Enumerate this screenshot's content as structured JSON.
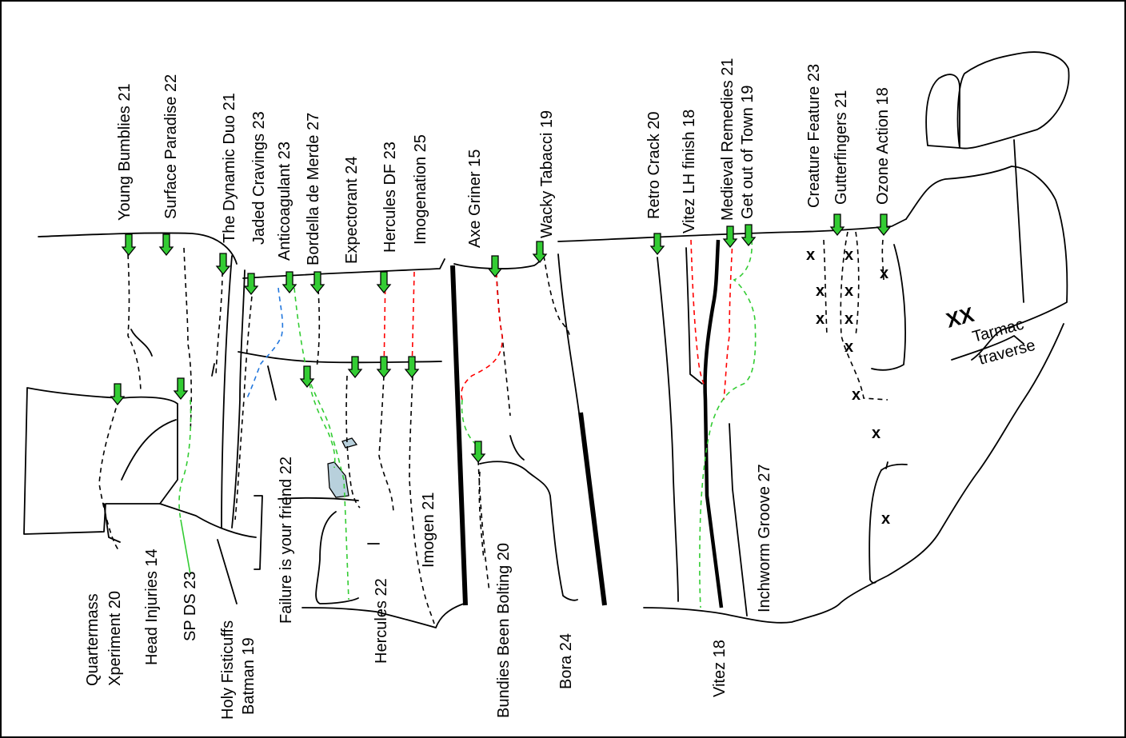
{
  "colors": {
    "arrow": "#33cc33",
    "line_red": "#ff0000",
    "line_green": "#33cc33",
    "line_blue": "#2277dd",
    "ledge_fill": "#b8d0dc"
  },
  "routes": [
    {
      "label": "Young Bumblies 21"
    },
    {
      "label": "Surface Paradise 22"
    },
    {
      "label": "The Dynamic Duo 21"
    },
    {
      "label": "Jaded Cravings 23"
    },
    {
      "label": "Anticoagulant 23"
    },
    {
      "label": "Bordella de Merde 27"
    },
    {
      "label": "Expectorant  24"
    },
    {
      "label": "Hercules DF 23"
    },
    {
      "label": "Imogenation 25"
    },
    {
      "label": "Axe Griner 15"
    },
    {
      "label": "Wacky Tabacci 19"
    },
    {
      "label": "Retro Crack 20"
    },
    {
      "label": "Vitez LH finish 18"
    },
    {
      "label": "Medieval Remedies 21"
    },
    {
      "label": "Get out of Town 19"
    },
    {
      "label": "Creature Feature 23"
    },
    {
      "label": "Gutterfingers 21"
    },
    {
      "label": "Ozone Action 18"
    },
    {
      "label": "Failure is your friend 22"
    },
    {
      "label": "Imogen 21"
    },
    {
      "label": "Inchworm Groove 27"
    },
    {
      "label": "Quartermass"
    },
    {
      "label": "Xperiment 20"
    },
    {
      "label": "Head Injuries 14"
    },
    {
      "label": "SP DS 23"
    },
    {
      "label": "Holy Fisticuffs"
    },
    {
      "label": "Batman 19"
    },
    {
      "label": "Hercules 22"
    },
    {
      "label": "Bundies Been Bolting 20"
    },
    {
      "label": "Bora 24"
    },
    {
      "label": "Vitez 18"
    }
  ],
  "annotations": {
    "bolt_mark": "x",
    "double_bolt_mark": "XX",
    "tarmac_line1": "Tarmac",
    "tarmac_line2": "traverse"
  }
}
